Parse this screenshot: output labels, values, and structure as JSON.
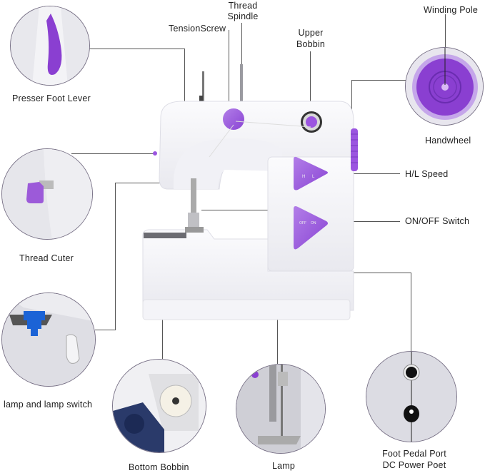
{
  "diagram": {
    "subject": "Mini Sewing Machine",
    "accent_color": "#8a3fd1",
    "labels": {
      "thread_spindle": "Thread\nSpindle",
      "thread_spindle_l1": "Thread",
      "thread_spindle_l2": "Spindle",
      "tension_screw": "TensionScrew",
      "upper_bobbin_l1": "Upper",
      "upper_bobbin_l2": "Bobbin",
      "winding_pole": "Winding Pole",
      "handwheel": "Handwheel",
      "presser_foot_lever": "Presser Foot Lever",
      "thread_cutter": "Thread Cuter",
      "hl_speed": "H/L Speed",
      "on_off_switch": "ON/OFF Switch",
      "lamp_and_switch": "lamp and lamp switch",
      "bottom_bobbin": "Bottom Bobbin",
      "lamp": "Lamp",
      "foot_pedal_port": "Foot Pedal Port",
      "dc_power_port": "DC Power Poet"
    },
    "button_markings": {
      "speed_h": "H",
      "speed_l": "L",
      "off": "OFF",
      "on": "ON"
    }
  }
}
